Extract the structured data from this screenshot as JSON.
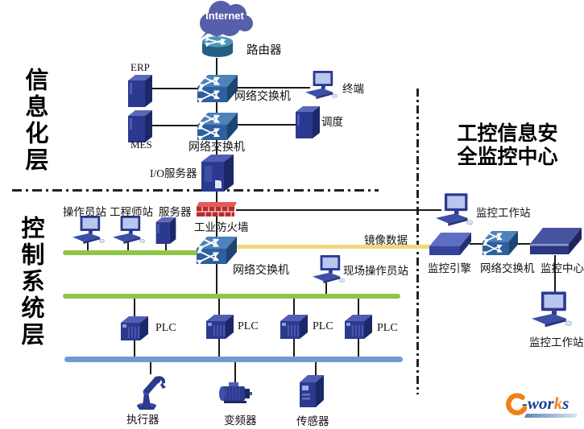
{
  "titles": {
    "info_layer": "信息化层",
    "control_layer": "控制系统层",
    "monitor_title_line1": "工控信息安",
    "monitor_title_line2": "全监控中心"
  },
  "labels": {
    "internet": "Internet",
    "router": "路由器",
    "network_switch": "网络交换机",
    "erp": "ERP",
    "mes": "MES",
    "terminal": "终端",
    "dispatch": "调度",
    "io_server": "I/O服务器",
    "industrial_firewall": "工业防火墙",
    "operator_station": "操作员站",
    "engineer_station": "工程师站",
    "server": "服务器",
    "mirror_data": "镜像数据",
    "field_operator_station": "现场操作员站",
    "plc": "PLC",
    "actuator": "执行器",
    "inverter": "变频器",
    "sensor": "传感器",
    "monitor_workstation": "监控工作站",
    "monitor_engine": "监控引擎",
    "monitor_center": "监控中心"
  },
  "logo": {
    "e": "e",
    "wor": "-wor",
    "k": "k",
    "s": "s"
  },
  "colors": {
    "green_bus": "#8fc447",
    "blue_bus": "#6f9bd1",
    "yellow_link": "#f3d77c",
    "device_navy": "#2b3a8f",
    "switch_blue": "#2e5f9e",
    "firewall_red": "#c62f2f",
    "cloud_purple": "#565fa9"
  }
}
